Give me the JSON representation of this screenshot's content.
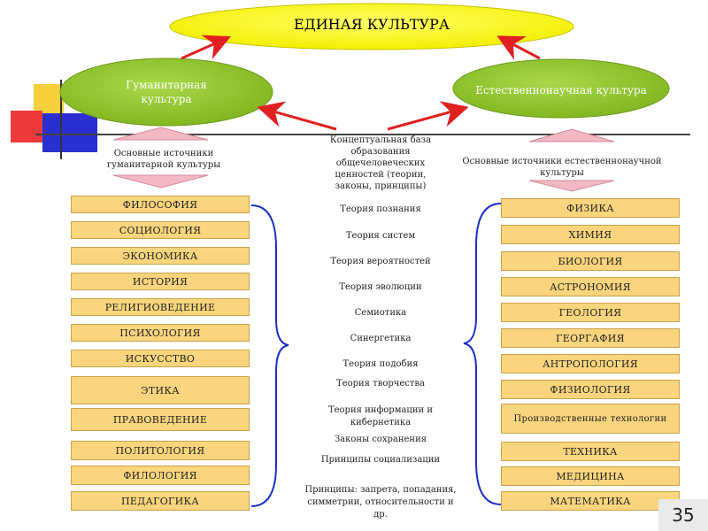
{
  "top": {
    "label": "ЕДИНАЯ КУЛЬТУРА"
  },
  "left_culture": {
    "label_line1": "Гуманитарная",
    "label_line2": "культура"
  },
  "right_culture": {
    "label": "Естественнонаучная культура"
  },
  "left_sources": {
    "line1": "Основные источники",
    "line2": "гуманитарной культуры"
  },
  "right_sources": {
    "line1": "Основные источники естественнонаучной",
    "line2": "культуры"
  },
  "center": {
    "heading": [
      "Концептуальная база",
      "образования",
      "общечеловеческих",
      "ценностей (теории,",
      "законы, принципы)"
    ],
    "items": [
      "Теория познания",
      "Теория систем",
      "Теория вероятностей",
      "Теория эволюции",
      "Семиотика",
      "Синергетика",
      "Теория подобия",
      "Теория творчества",
      "Теория информации и",
      "кибернетика",
      "Законы сохранения",
      "Принципы социализации",
      "Принципы: запрета, попадания,",
      "симметрии, относительности и",
      "др."
    ]
  },
  "humanities": [
    "ФИЛОСОФИЯ",
    "СОЦИОЛОГИЯ",
    "ЭКОНОМИКА",
    "ИСТОРИЯ",
    "РЕЛИГИОВЕДЕНИЕ",
    "ПСИХОЛОГИЯ",
    "ИСКУССТВО",
    "ЭТИКА",
    "ПРАВОВЕДЕНИЕ",
    "ПОЛИТОЛОГИЯ",
    "ФИЛОЛОГИЯ",
    "ПЕДАГОГИКА"
  ],
  "sciences": [
    "ФИЗИКА",
    "ХИМИЯ",
    "БИОЛОГИЯ",
    "АСТРОНОМИЯ",
    "ГЕОЛОГИЯ",
    "ГЕОРГАФИЯ",
    "АНТРОПОЛОГИЯ",
    "ФИЗИОЛОГИЯ",
    "Производственные технологии",
    "ТЕХНИКА",
    "МЕДИЦИНА",
    "МАТЕМАТИКА"
  ],
  "page_number": "35",
  "colors": {
    "ellipse_top": "#ffff00",
    "ellipse_side": "#99cc33",
    "box": "#fad57d",
    "arrow": "#e02020",
    "brace": "#1c2fc8"
  }
}
